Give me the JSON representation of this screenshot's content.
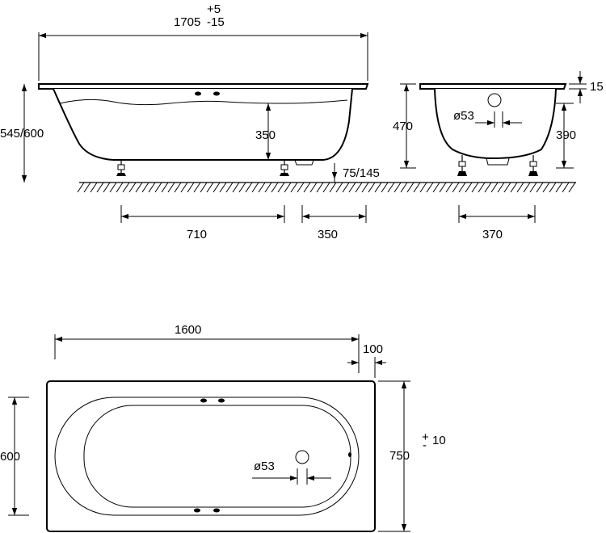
{
  "side_view": {
    "length_label": "1705",
    "length_tol_plus": "+5",
    "length_tol_minus": "-15",
    "height_label": "545/600",
    "water_depth_label": "350",
    "feet_height_label": "75/145",
    "feet_spacing_label": "710",
    "feet_offset_label": "350"
  },
  "end_view": {
    "rim_label": "15",
    "depth_label": "470",
    "drain_diameter_label": "ø53",
    "drain_height_label": "390",
    "feet_spacing_label": "370"
  },
  "top_view": {
    "inner_length_label": "1600",
    "offset_label": "100",
    "inner_width_label": "600",
    "outer_width_label": "750",
    "width_tol_plus": "+",
    "width_tol_minus": "-",
    "width_tol_value": "10",
    "drain_diameter_label": "ø53"
  }
}
